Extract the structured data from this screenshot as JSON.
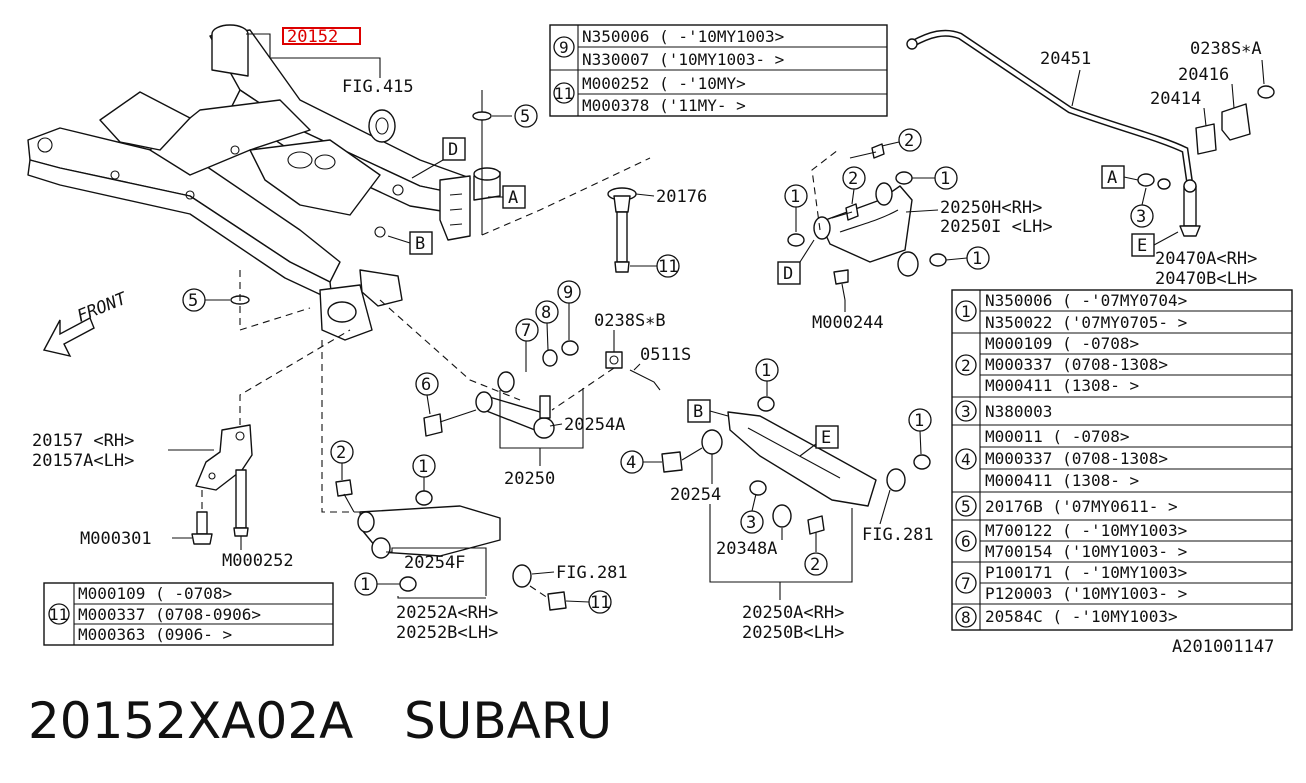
{
  "diagram": {
    "highlighted_part": "20152",
    "labels": {
      "fig415": "FIG.415",
      "p20451": "20451",
      "p0238SA": "0238S∗A",
      "p20416": "20416",
      "p20414": "20414",
      "p20176": "20176",
      "p20250H": "20250H<RH>",
      "p20250I": "20250I <LH>",
      "p20470A": "20470A<RH>",
      "p20470B": "20470B<LH>",
      "m000244": "M000244",
      "p0238SB": "0238S∗B",
      "p0511S": "0511S",
      "front": "FRONT",
      "p20254A": "20254A",
      "p20250": "20250",
      "p20157": "20157 <RH>",
      "p20157A": "20157A<LH>",
      "m000301": "M000301",
      "m000252": "M000252",
      "p20254F": "20254F",
      "fig281a": "FIG.281",
      "p20252A": "20252A<RH>",
      "p20252B": "20252B<LH>",
      "p20254": "20254",
      "p20348A": "20348A",
      "fig281b": "FIG.281",
      "p20250A": "20250A<RH>",
      "p20250B": "20250B<LH>",
      "ref_code": "A201001147"
    },
    "letters": {
      "A": "A",
      "B": "B",
      "D": "D",
      "E": "E"
    },
    "callouts": {
      "n1": "1",
      "n2": "2",
      "n3": "3",
      "n4": "4",
      "n5": "5",
      "n6": "6",
      "n7": "7",
      "n8": "8",
      "n9": "9",
      "n11": "11"
    }
  },
  "tables": {
    "top": [
      {
        "num": "9",
        "rows": [
          "N350006 (     -'10MY1003>",
          "N330007 ('10MY1003-    >"
        ]
      },
      {
        "num": "11",
        "rows": [
          "M000252 (     -'10MY>",
          "M000378 ('11MY-     >"
        ]
      }
    ],
    "right": [
      {
        "num": "1",
        "rows": [
          "N350006 (    -'07MY0704>",
          "N350022 ('07MY0705-     >"
        ]
      },
      {
        "num": "2",
        "rows": [
          "M000109 (      -0708>",
          "M000337 (0708-1308>",
          "M000411 (1308-     >"
        ]
      },
      {
        "num": "3",
        "rows": [
          "N380003"
        ]
      },
      {
        "num": "4",
        "rows": [
          "M00011  (      -0708>",
          "M000337 (0708-1308>",
          "M000411 (1308-     >"
        ]
      },
      {
        "num": "5",
        "rows": [
          "20176B  ('07MY0611-    >"
        ]
      },
      {
        "num": "6",
        "rows": [
          "M700122 (      -'10MY1003>",
          "M700154 ('10MY1003-     >"
        ]
      },
      {
        "num": "7",
        "rows": [
          "P100171 (      -'10MY1003>",
          "P120003 ('10MY1003-     >"
        ]
      },
      {
        "num": "8",
        "rows": [
          "20584C  (      -'10MY1003>"
        ]
      }
    ],
    "bottom_left": [
      {
        "num": "11",
        "rows": [
          "M000109 (   -0708>",
          "M000337 (0708-0906>",
          "M000363 (0906-    >"
        ]
      }
    ]
  },
  "caption": {
    "part_number": "20152XA02A",
    "brand": "SUBARU"
  }
}
